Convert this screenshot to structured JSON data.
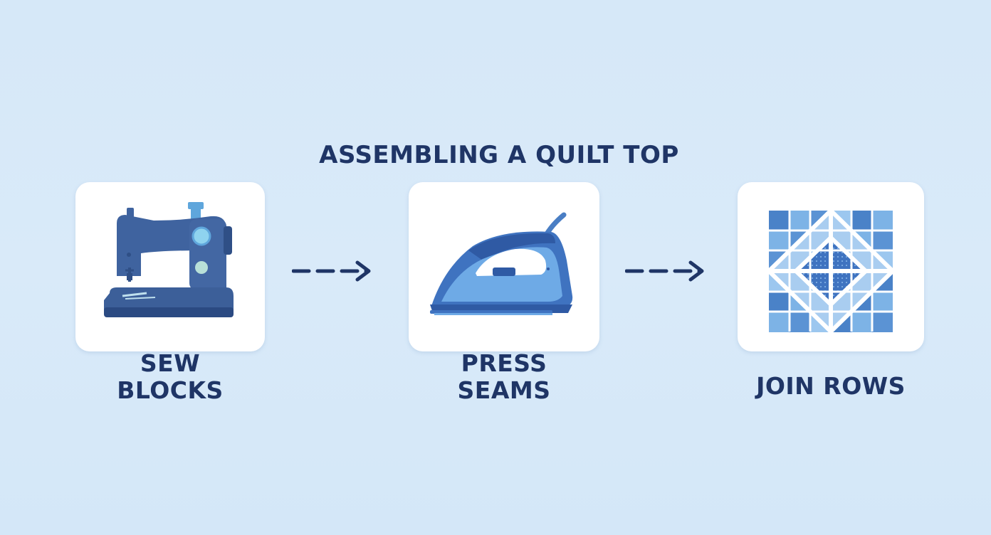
{
  "title": "ASSEMBLING A QUILT TOP",
  "steps": [
    {
      "icon": "sewing-machine-icon",
      "lines": [
        "SEW",
        "BLOCKS"
      ]
    },
    {
      "icon": "iron-icon",
      "lines": [
        "PRESS",
        "SEAMS"
      ]
    },
    {
      "icon": "quilt-block-icon",
      "lines": [
        "JOIN ROWS"
      ]
    }
  ],
  "colors": {
    "background": "#d8e9f8",
    "text": "#1f3566",
    "icon_dark": "#3c5f99",
    "icon_mid": "#4a82c8",
    "icon_light": "#7db3e6"
  }
}
